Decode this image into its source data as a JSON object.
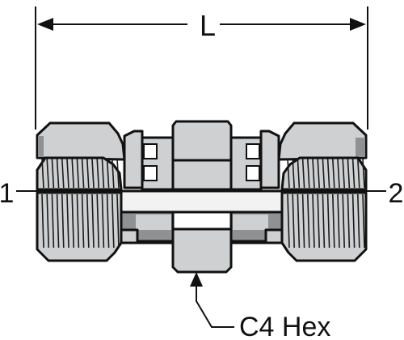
{
  "diagram": {
    "dimension_label": "L",
    "port_left": "1",
    "port_right": "2",
    "callout": "C4 Hex"
  },
  "colors": {
    "body": "#cfd0d1",
    "shadow": "#909193",
    "bore": "#f2f2f2",
    "outline": "#111111"
  }
}
